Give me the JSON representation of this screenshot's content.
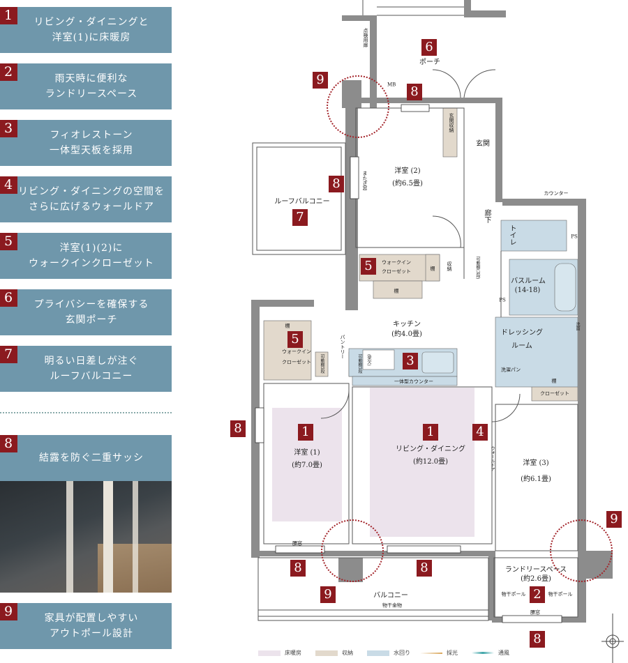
{
  "features": [
    {
      "num": "1",
      "line1": "リビング・ダイニングと",
      "line2": "洋室(1)に床暖房"
    },
    {
      "num": "2",
      "line1": "雨天時に便利な",
      "line2": "ランドリースペース"
    },
    {
      "num": "3",
      "line1": "フィオレストーン",
      "line2": "一体型天板を採用"
    },
    {
      "num": "4",
      "line1": "リビング・ダイニングの空間を",
      "line2": "さらに広げるウォールドア"
    },
    {
      "num": "5",
      "line1": "洋室(1)(2)に",
      "line2": "ウォークインクローゼット"
    },
    {
      "num": "6",
      "line1": "プライバシーを確保する",
      "line2": "玄関ポーチ"
    },
    {
      "num": "7",
      "line1": "明るい日差しが注ぐ",
      "line2": "ルーフバルコニー"
    },
    {
      "num": "8",
      "line1": "結露を防ぐ二重サッシ",
      "line2": ""
    },
    {
      "num": "9",
      "line1": "家具が配置しやすい",
      "line2": "アウトポール設計"
    }
  ],
  "plan": {
    "porch": "ポーチ",
    "inspection_door": "点検用扉",
    "mb": "MB",
    "genkan": "玄関",
    "genkan_storage": "玄関収納",
    "room2": "洋室 (2)",
    "room2_size": "(約6.5畳)",
    "straddle_window": "またぎ窓",
    "roof_balcony": "ルーフバルコニー",
    "corridor": "廊下",
    "wic": "ウォークイン",
    "closet": "クローゼット",
    "shelf": "棚",
    "storage": "収納",
    "movable_shelf3": "可動棚(3段)",
    "counter": "カウンター",
    "toilet": "トイレ",
    "ps": "PS",
    "bathroom": "バスルーム",
    "bath_size": "(14-18)",
    "dressing1": "ドレッシング",
    "dressing2": "ルーム",
    "washpan": "洗濯パン",
    "vanity": "洗面",
    "kitchen": "キッチン",
    "kitchen_size": "(約4.0畳)",
    "pantry": "パントリー",
    "movable5": "可動棚5段",
    "range_hood": "(梁欠)",
    "integrated_counter": "一体型カウンター",
    "room1": "洋室 (1)",
    "room1_size": "(約7.0畳)",
    "ld": "リビング・ダイニング",
    "ld_size": "(約12.0畳)",
    "wall_door": "ウォールドア",
    "room3": "洋室 (3)",
    "room3_size": "(約6.1畳)",
    "balcony": "バルコニー",
    "clothes_hanger": "物干金物",
    "laundry": "ランドリースペース",
    "laundry_size": "(約2.6畳)",
    "pole": "物干ポール",
    "window": "腰窓"
  },
  "legend": [
    {
      "label": "床暖房",
      "color": "#ece3ec"
    },
    {
      "label": "収納",
      "color": "#e2d9cc"
    },
    {
      "label": "水回り",
      "color": "#c9dbe6"
    },
    {
      "label": "採光",
      "color": "#d9a65a"
    },
    {
      "label": "通風",
      "color": "#3fa5a8"
    }
  ],
  "colors": {
    "badge": "#8b1a1f",
    "box": "#6f97ab",
    "wall": "#8c8c8c"
  }
}
